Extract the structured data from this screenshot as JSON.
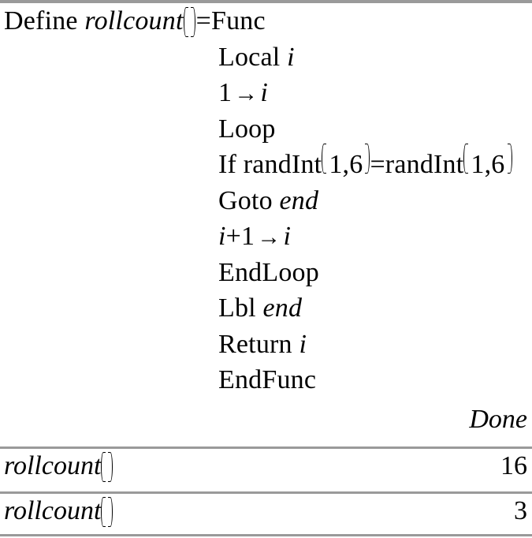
{
  "device": "TI-Nspire calculator history",
  "theme": {
    "background": "#ffffff",
    "text": "#000000",
    "rule": "#9a9a9a"
  },
  "program": {
    "lines": [
      {
        "id": "define",
        "indent": 0,
        "parts": [
          {
            "t": "kw",
            "v": "Define "
          },
          {
            "t": "id",
            "v": "rollcount"
          },
          {
            "t": "paren",
            "v": ""
          },
          {
            "t": "kw",
            "v": "=Func"
          }
        ]
      },
      {
        "id": "local",
        "indent": 1,
        "parts": [
          {
            "t": "kw",
            "v": "Local "
          },
          {
            "t": "id",
            "v": "i"
          }
        ]
      },
      {
        "id": "init-i",
        "indent": 1,
        "parts": [
          {
            "t": "kw",
            "v": "1"
          },
          {
            "t": "arrow",
            "v": "→"
          },
          {
            "t": "id",
            "v": "i"
          }
        ]
      },
      {
        "id": "loop",
        "indent": 1,
        "parts": [
          {
            "t": "kw",
            "v": "Loop"
          }
        ]
      },
      {
        "id": "if-test",
        "indent": 1,
        "parts": [
          {
            "t": "kw",
            "v": "If randInt"
          },
          {
            "t": "fparen",
            "v": "1,6"
          },
          {
            "t": "kw",
            "v": "=randInt"
          },
          {
            "t": "fparen",
            "v": "1,6"
          }
        ]
      },
      {
        "id": "goto",
        "indent": 1,
        "parts": [
          {
            "t": "kw",
            "v": "Goto "
          },
          {
            "t": "id",
            "v": "end"
          }
        ]
      },
      {
        "id": "incr-i",
        "indent": 1,
        "parts": [
          {
            "t": "id",
            "v": "i"
          },
          {
            "t": "kw",
            "v": "+1"
          },
          {
            "t": "arrow",
            "v": "→"
          },
          {
            "t": "id",
            "v": "i"
          }
        ]
      },
      {
        "id": "endloop",
        "indent": 1,
        "parts": [
          {
            "t": "kw",
            "v": "EndLoop"
          }
        ]
      },
      {
        "id": "lbl",
        "indent": 1,
        "parts": [
          {
            "t": "kw",
            "v": "Lbl "
          },
          {
            "t": "id",
            "v": "end"
          }
        ]
      },
      {
        "id": "return",
        "indent": 1,
        "parts": [
          {
            "t": "kw",
            "v": "Return "
          },
          {
            "t": "id",
            "v": "i"
          }
        ]
      },
      {
        "id": "endfunc",
        "indent": 1,
        "parts": [
          {
            "t": "kw",
            "v": "EndFunc"
          }
        ]
      }
    ],
    "result": "Done"
  },
  "entries": [
    {
      "input_name": "rollcount",
      "input_args": "",
      "result": "16"
    },
    {
      "input_name": "rollcount",
      "input_args": "",
      "result": "3"
    }
  ]
}
